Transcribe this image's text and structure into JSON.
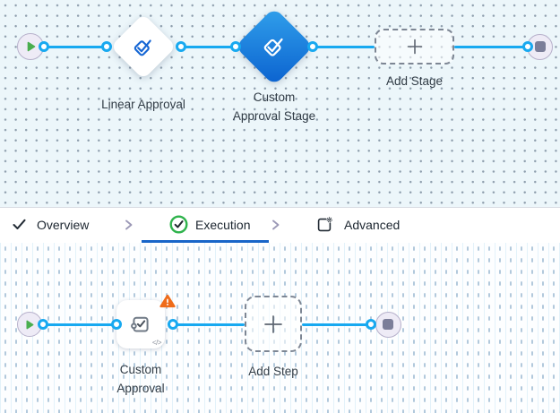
{
  "colors": {
    "connector_blue": "#18a9f0",
    "selected_gradient_start": "#31a0eb",
    "selected_gradient_end": "#0a61cf",
    "diamond_icon_blue": "#1566d4",
    "start_green": "#4aae4f",
    "end_slate": "#7b7e99",
    "tab_active_underline": "#1865c8",
    "execution_check_green": "#2fb34c",
    "warning_orange": "#ef6c1a",
    "canvas_top_bg": "#ecf6fa",
    "canvas_bottom_bg": "#fdfeff"
  },
  "stage_canvas": {
    "stages": [
      {
        "label": "Linear Approval",
        "selected": false,
        "icon": "approval-diamond-icon"
      },
      {
        "label": "Custom Approval Stage",
        "selected": true,
        "icon": "approval-diamond-icon"
      }
    ],
    "add_stage_label": "Add Stage"
  },
  "tabs": {
    "items": [
      {
        "label": "Overview",
        "icon": "check-icon",
        "active": false
      },
      {
        "label": "Execution",
        "icon": "check-circle-icon",
        "active": true
      },
      {
        "label": "Advanced",
        "icon": "box-gear-icon",
        "active": false
      }
    ]
  },
  "step_canvas": {
    "steps": [
      {
        "label": "Custom Approval",
        "warning": true,
        "icon": "approval-stamp-icon",
        "code_badge": "</>"
      }
    ],
    "add_step_label": "Add Step"
  }
}
